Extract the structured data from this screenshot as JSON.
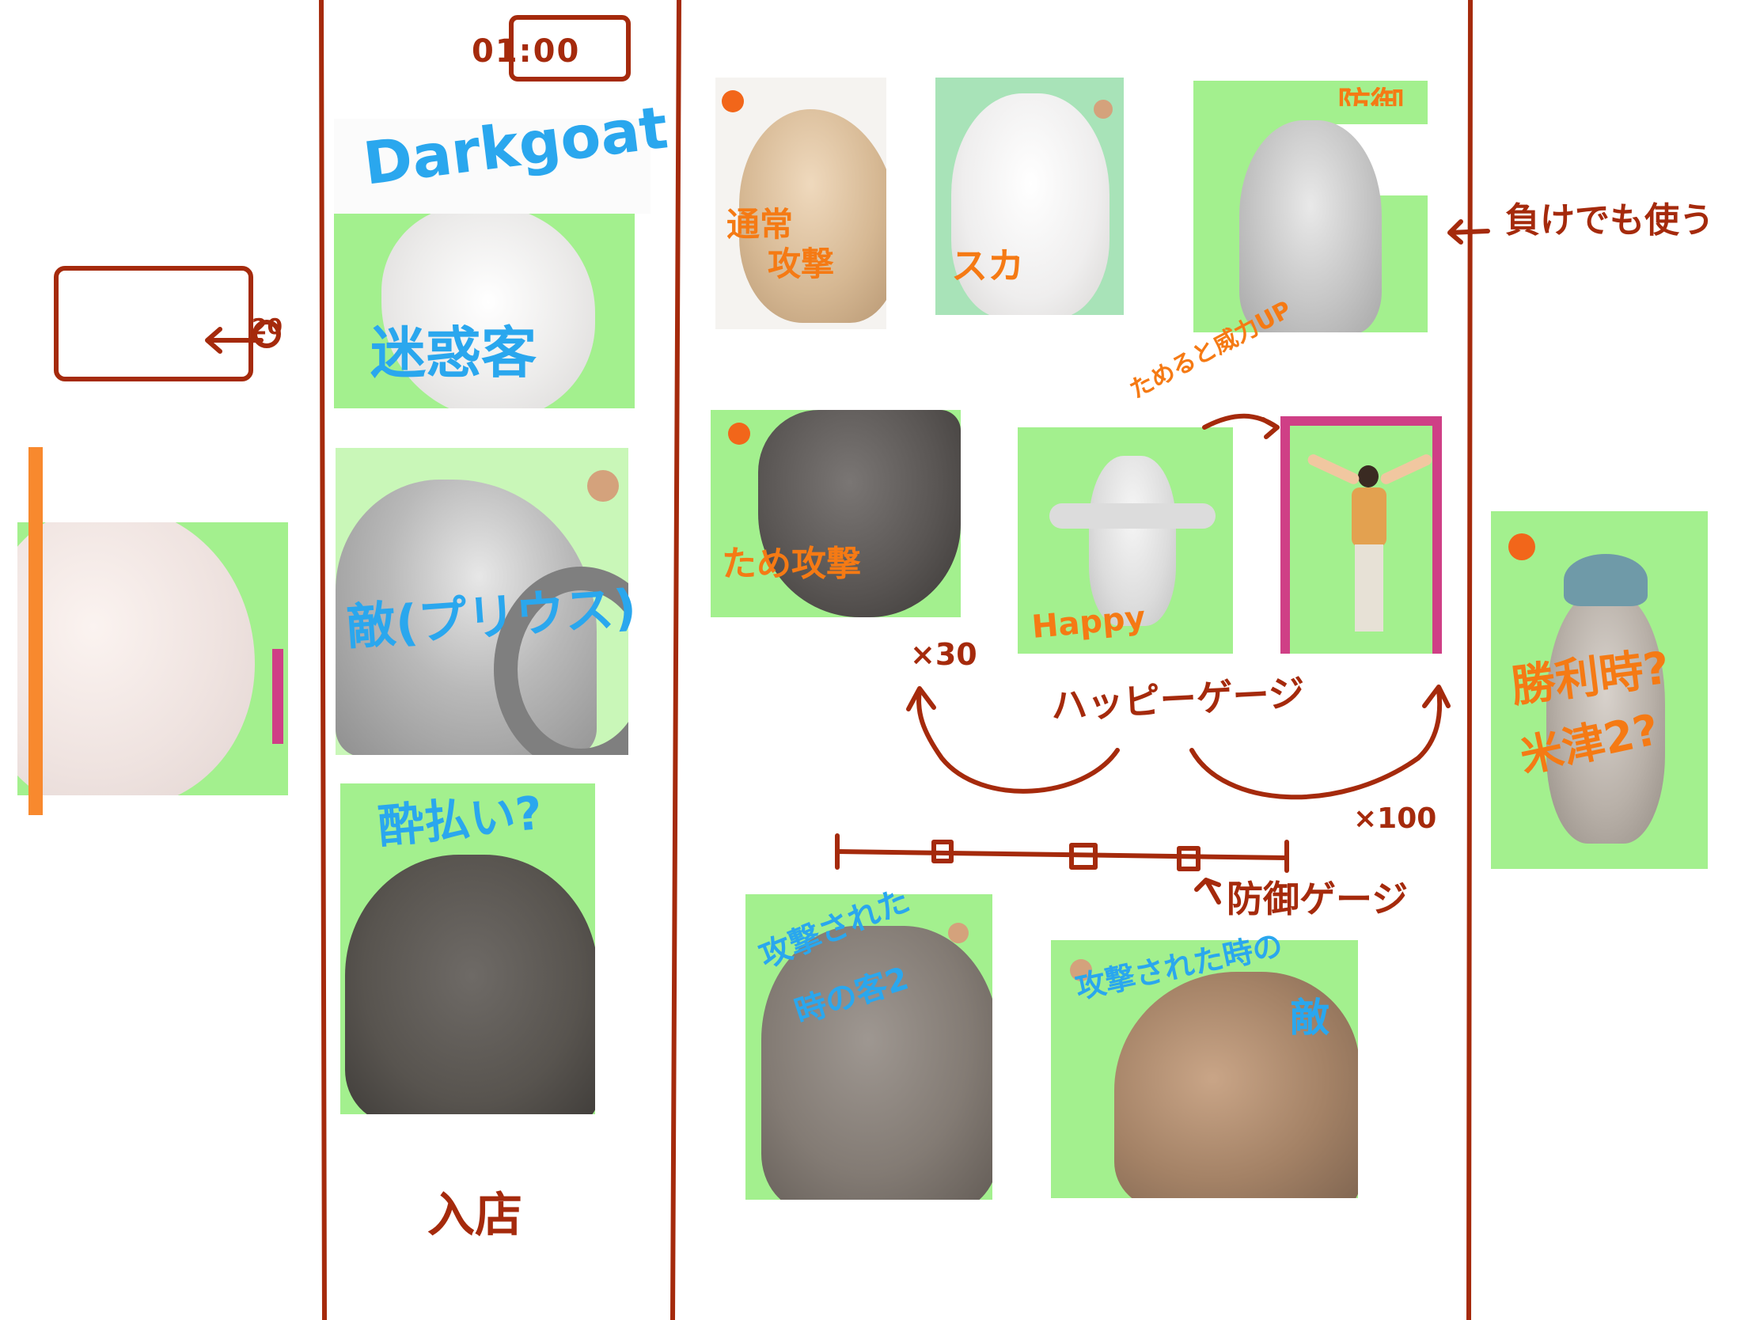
{
  "colors": {
    "ink_red": "#a52a0c",
    "label_blue": "#2aa7ee",
    "label_orange": "#f57a14",
    "green_bg": "#a3f08e",
    "pink_frame": "#cf3f86",
    "orange_dot": "#f2661a"
  },
  "left_panel": {
    "counter_label": "20"
  },
  "customer_column": {
    "badge_text": "01:00",
    "cards": [
      {
        "id": "darkgoat",
        "subtitle": "Darkgoat",
        "label": "迷惑客"
      },
      {
        "id": "prius",
        "label": "敵(プリウス)"
      },
      {
        "id": "drunk",
        "label": "酔払い?"
      }
    ],
    "footer_label": "入店"
  },
  "action_area": {
    "cards": [
      {
        "id": "normal-attack",
        "label_line1": "通常",
        "label_line2": "攻撃"
      },
      {
        "id": "miss",
        "label": "スカ"
      },
      {
        "id": "defense",
        "label": "防御"
      },
      {
        "id": "charge-attack",
        "label": "ため攻撃"
      },
      {
        "id": "happy",
        "label": "Happy"
      },
      {
        "id": "hit-customer-2",
        "label_line1": "攻撃された",
        "label_line2": "時の客2"
      },
      {
        "id": "hit-enemy",
        "label_line1": "攻撃された時の",
        "label_line2": "敵"
      }
    ],
    "annotations": {
      "power_up": "ためると威力UP",
      "happy_gauge": "ハッピーゲージ",
      "x30": "×30",
      "x100": "×100",
      "defense_gauge": "防御ゲージ"
    }
  },
  "right_panel": {
    "use_on_loss": "負けでも使う",
    "victory_card": {
      "label_line1": "勝利時?",
      "label_line2": "米津2?"
    }
  }
}
